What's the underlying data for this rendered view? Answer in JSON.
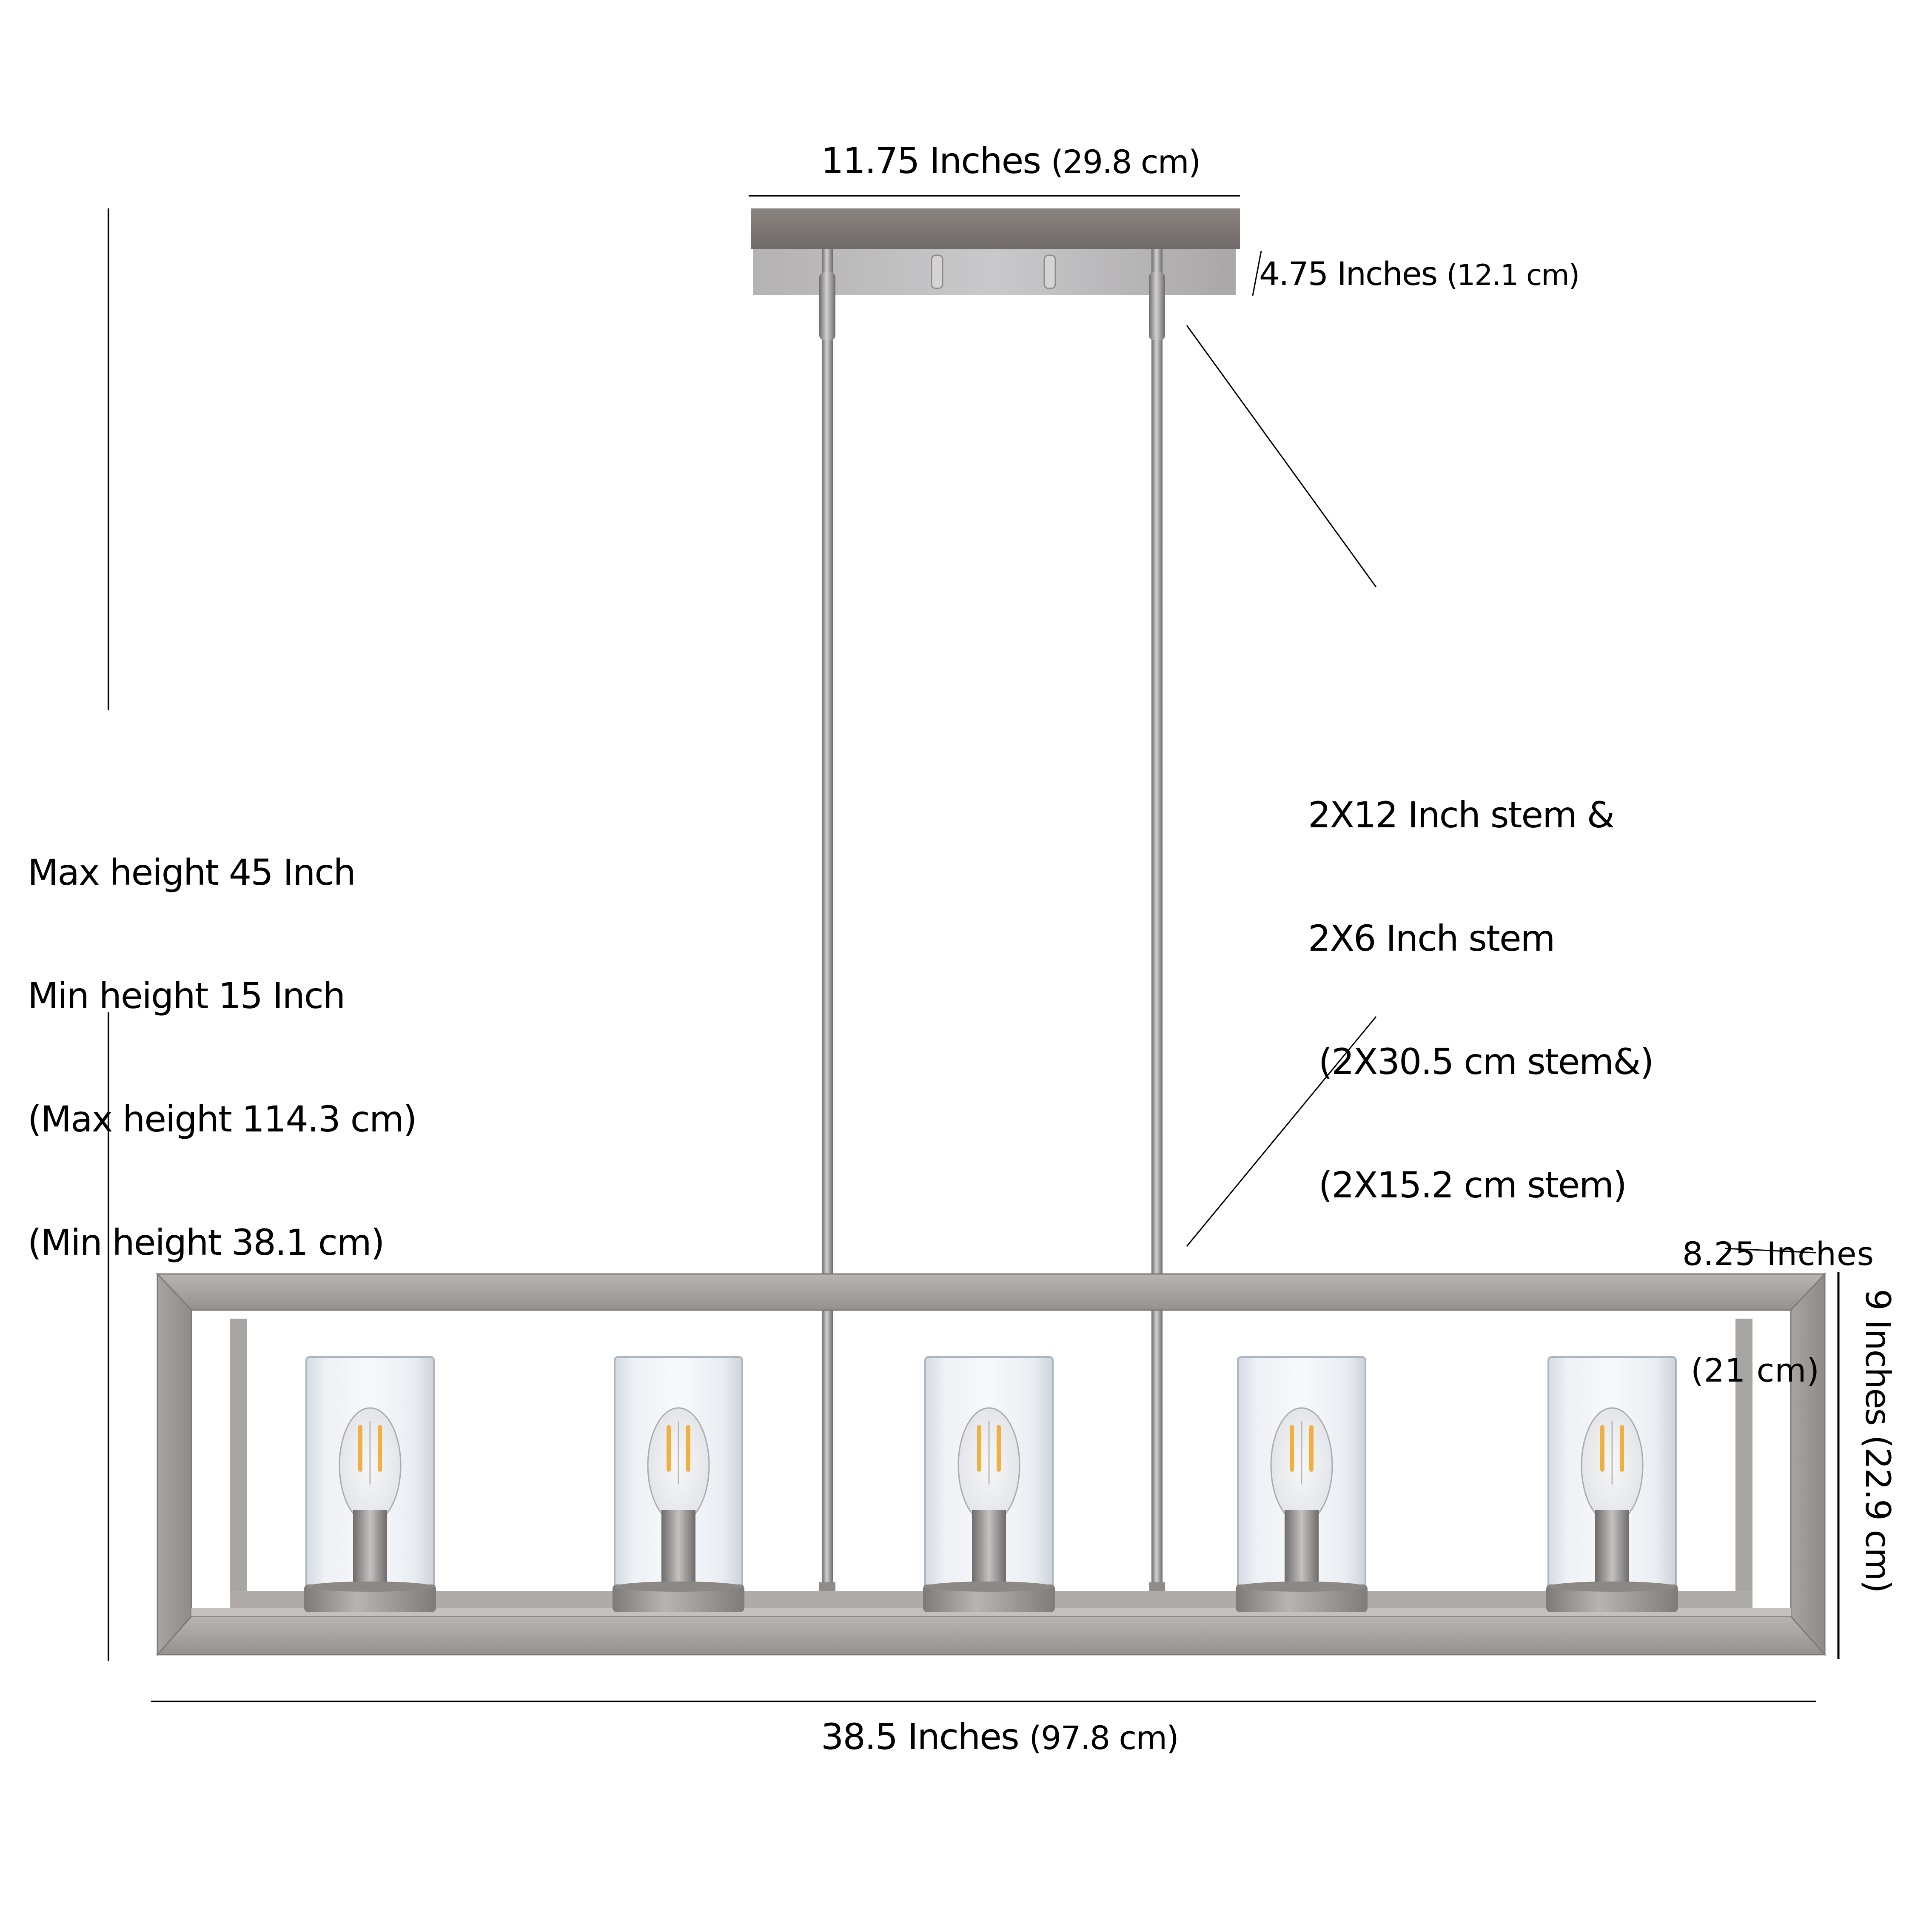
{
  "title": "5-Light Linear Chandelier Dimensions",
  "product": {
    "type": "Linear rectangular cage pendant chandelier",
    "finish_color": "#9a9896",
    "canopy_color": "#7d7875",
    "bulb_filament_color": "#f0b040",
    "lights": [
      {
        "id": 1
      },
      {
        "id": 2
      },
      {
        "id": 3
      },
      {
        "id": 4
      },
      {
        "id": 5
      }
    ]
  },
  "dimensions": {
    "canopy_width": {
      "inches": "11.75 Inches",
      "cm": "(29.8 cm)"
    },
    "canopy_depth": {
      "inches": "4.75 Inches",
      "cm": "(12.1 cm)"
    },
    "stems": {
      "line1": "2X12 Inch stem &",
      "line2": "2X6 Inch stem",
      "line3": " (2X30.5 cm stem&)",
      "line4": " (2X15.2 cm stem)"
    },
    "height": {
      "line1": "Max height 45 Inch",
      "line2": "Min height 15 Inch",
      "line3": "(Max height 114.3 cm)",
      "line4": "(Min height 38.1 cm)"
    },
    "body_depth": {
      "inches": "8.25 Inches",
      "cm": "(21 cm)"
    },
    "body_height": {
      "inches": "9 Inches",
      "cm": "(22.9 cm)"
    },
    "body_width": {
      "inches": "38.5 Inches",
      "cm": "(97.8 cm)"
    }
  }
}
